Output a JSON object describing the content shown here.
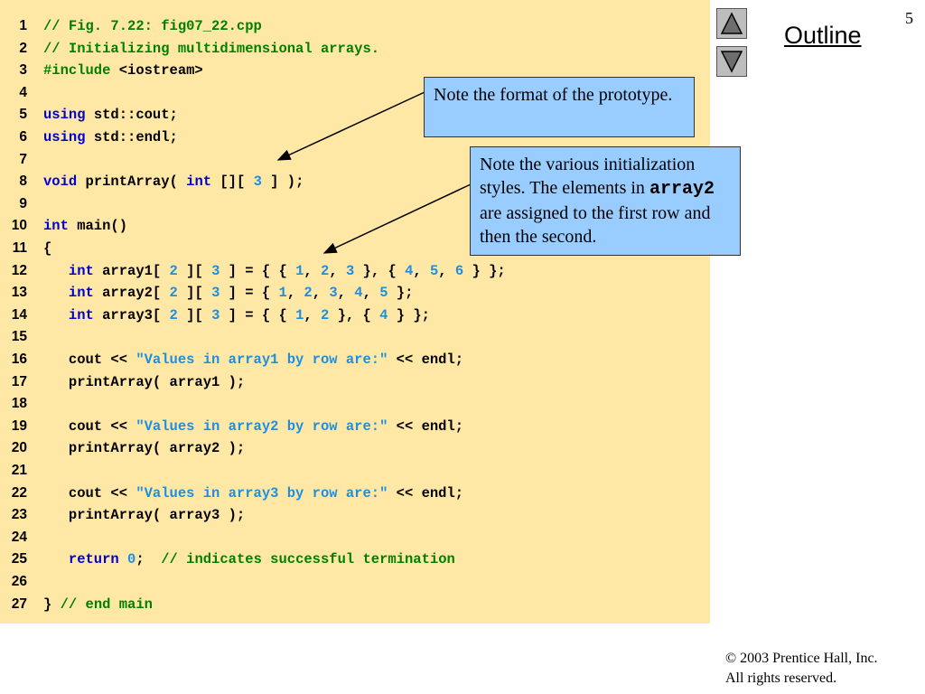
{
  "slide_number": "5",
  "outline": "Outline",
  "code_lines": [
    {
      "n": "1",
      "t": [
        {
          "c": "comment",
          "s": "// Fig. 7.22: fig07_22.cpp"
        }
      ]
    },
    {
      "n": "2",
      "t": [
        {
          "c": "comment",
          "s": "// Initializing multidimensional arrays."
        }
      ]
    },
    {
      "n": "3",
      "t": [
        {
          "c": "comment",
          "s": "#include"
        },
        {
          "c": "plain",
          "s": " <iostream>"
        }
      ]
    },
    {
      "n": "4",
      "t": []
    },
    {
      "n": "5",
      "t": [
        {
          "c": "keyword",
          "s": "using"
        },
        {
          "c": "plain",
          "s": " std::cout;"
        }
      ]
    },
    {
      "n": "6",
      "t": [
        {
          "c": "keyword",
          "s": "using"
        },
        {
          "c": "plain",
          "s": " std::endl;"
        }
      ]
    },
    {
      "n": "7",
      "t": []
    },
    {
      "n": "8",
      "t": [
        {
          "c": "keyword",
          "s": "void"
        },
        {
          "c": "plain",
          "s": " printArray( "
        },
        {
          "c": "keyword",
          "s": "int"
        },
        {
          "c": "plain",
          "s": " [][ "
        },
        {
          "c": "number",
          "s": "3"
        },
        {
          "c": "plain",
          "s": " ] );"
        }
      ]
    },
    {
      "n": "9",
      "t": []
    },
    {
      "n": "10",
      "t": [
        {
          "c": "keyword",
          "s": "int"
        },
        {
          "c": "plain",
          "s": " main()"
        }
      ]
    },
    {
      "n": "11",
      "t": [
        {
          "c": "plain",
          "s": "{"
        }
      ]
    },
    {
      "n": "12",
      "t": [
        {
          "c": "plain",
          "s": "   "
        },
        {
          "c": "keyword",
          "s": "int"
        },
        {
          "c": "plain",
          "s": " array1[ "
        },
        {
          "c": "number",
          "s": "2"
        },
        {
          "c": "plain",
          "s": " ][ "
        },
        {
          "c": "number",
          "s": "3"
        },
        {
          "c": "plain",
          "s": " ] = { { "
        },
        {
          "c": "number",
          "s": "1"
        },
        {
          "c": "plain",
          "s": ", "
        },
        {
          "c": "number",
          "s": "2"
        },
        {
          "c": "plain",
          "s": ", "
        },
        {
          "c": "number",
          "s": "3"
        },
        {
          "c": "plain",
          "s": " }, { "
        },
        {
          "c": "number",
          "s": "4"
        },
        {
          "c": "plain",
          "s": ", "
        },
        {
          "c": "number",
          "s": "5"
        },
        {
          "c": "plain",
          "s": ", "
        },
        {
          "c": "number",
          "s": "6"
        },
        {
          "c": "plain",
          "s": " } };"
        }
      ]
    },
    {
      "n": "13",
      "t": [
        {
          "c": "plain",
          "s": "   "
        },
        {
          "c": "keyword",
          "s": "int"
        },
        {
          "c": "plain",
          "s": " array2[ "
        },
        {
          "c": "number",
          "s": "2"
        },
        {
          "c": "plain",
          "s": " ][ "
        },
        {
          "c": "number",
          "s": "3"
        },
        {
          "c": "plain",
          "s": " ] = { "
        },
        {
          "c": "number",
          "s": "1"
        },
        {
          "c": "plain",
          "s": ", "
        },
        {
          "c": "number",
          "s": "2"
        },
        {
          "c": "plain",
          "s": ", "
        },
        {
          "c": "number",
          "s": "3"
        },
        {
          "c": "plain",
          "s": ", "
        },
        {
          "c": "number",
          "s": "4"
        },
        {
          "c": "plain",
          "s": ", "
        },
        {
          "c": "number",
          "s": "5"
        },
        {
          "c": "plain",
          "s": " };"
        }
      ]
    },
    {
      "n": "14",
      "t": [
        {
          "c": "plain",
          "s": "   "
        },
        {
          "c": "keyword",
          "s": "int"
        },
        {
          "c": "plain",
          "s": " array3[ "
        },
        {
          "c": "number",
          "s": "2"
        },
        {
          "c": "plain",
          "s": " ][ "
        },
        {
          "c": "number",
          "s": "3"
        },
        {
          "c": "plain",
          "s": " ] = { { "
        },
        {
          "c": "number",
          "s": "1"
        },
        {
          "c": "plain",
          "s": ", "
        },
        {
          "c": "number",
          "s": "2"
        },
        {
          "c": "plain",
          "s": " }, { "
        },
        {
          "c": "number",
          "s": "4"
        },
        {
          "c": "plain",
          "s": " } };"
        }
      ]
    },
    {
      "n": "15",
      "t": []
    },
    {
      "n": "16",
      "t": [
        {
          "c": "plain",
          "s": "   cout << "
        },
        {
          "c": "string",
          "s": "\"Values in array1 by row are:\""
        },
        {
          "c": "plain",
          "s": " << endl;"
        }
      ]
    },
    {
      "n": "17",
      "t": [
        {
          "c": "plain",
          "s": "   printArray( array1 );"
        }
      ]
    },
    {
      "n": "18",
      "t": []
    },
    {
      "n": "19",
      "t": [
        {
          "c": "plain",
          "s": "   cout << "
        },
        {
          "c": "string",
          "s": "\"Values in array2 by row are:\""
        },
        {
          "c": "plain",
          "s": " << endl;"
        }
      ]
    },
    {
      "n": "20",
      "t": [
        {
          "c": "plain",
          "s": "   printArray( array2 );"
        }
      ]
    },
    {
      "n": "21",
      "t": []
    },
    {
      "n": "22",
      "t": [
        {
          "c": "plain",
          "s": "   cout << "
        },
        {
          "c": "string",
          "s": "\"Values in array3 by row are:\""
        },
        {
          "c": "plain",
          "s": " << endl;"
        }
      ]
    },
    {
      "n": "23",
      "t": [
        {
          "c": "plain",
          "s": "   printArray( array3 );"
        }
      ]
    },
    {
      "n": "24",
      "t": []
    },
    {
      "n": "25",
      "t": [
        {
          "c": "plain",
          "s": "   "
        },
        {
          "c": "keyword",
          "s": "return"
        },
        {
          "c": "plain",
          "s": " "
        },
        {
          "c": "number",
          "s": "0"
        },
        {
          "c": "plain",
          "s": ";  "
        },
        {
          "c": "comment",
          "s": "// indicates successful termination"
        }
      ]
    },
    {
      "n": "26",
      "t": []
    },
    {
      "n": "27",
      "t": [
        {
          "c": "plain",
          "s": "} "
        },
        {
          "c": "comment",
          "s": "// end main"
        }
      ]
    }
  ],
  "callout1": {
    "text": "Note the format of the prototype."
  },
  "callout2": {
    "before": "Note the various initialization styles. The elements in ",
    "code": "array2",
    "after": " are assigned to the first row and then the second."
  },
  "copyright": {
    "line1": "© 2003 Prentice Hall, Inc.",
    "line2": "All rights reserved."
  },
  "colors": {
    "panel": "#ffe8a6",
    "callout": "#99ccff",
    "comment": "#008000",
    "keyword": "#0000cc",
    "number": "#1c8fe3"
  },
  "icons": {
    "up": "triangle-up-icon",
    "down": "triangle-down-icon"
  }
}
